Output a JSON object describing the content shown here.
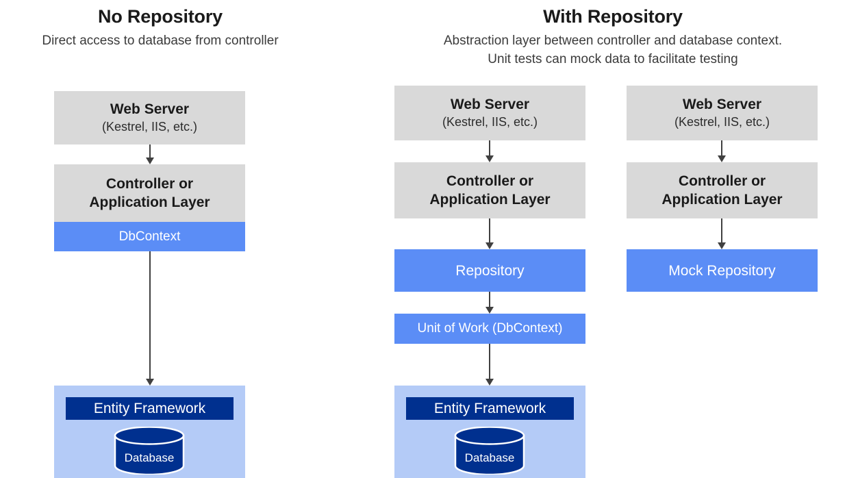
{
  "diagram": {
    "title_left": "No Repository",
    "subtitle_left": "Direct access to database from controller",
    "title_right": "With Repository",
    "subtitle_right_line1": "Abstraction layer between controller and database context.",
    "subtitle_right_line2": "Unit tests can mock data to facilitate testing",
    "colors": {
      "gray_box": "#d9d9d9",
      "blue_box": "#5b8df6",
      "navy_box": "#00308f",
      "light_blue_container": "#b4cbf7",
      "arrow": "#404040",
      "text_dark": "#1a1a1a",
      "text_light": "#ffffff",
      "background": "#ffffff"
    }
  },
  "columns": {
    "no_repository": {
      "web_server": {
        "title": "Web Server",
        "subtitle": "(Kestrel, IIS, etc.)"
      },
      "controller": {
        "line1": "Controller or",
        "line2": "Application Layer"
      },
      "dbcontext": {
        "label": "DbContext"
      },
      "data_layer": {
        "entity_framework": "Entity Framework",
        "database": "Database"
      }
    },
    "with_repository": {
      "web_server": {
        "title": "Web Server",
        "subtitle": "(Kestrel, IIS, etc.)"
      },
      "controller": {
        "line1": "Controller or",
        "line2": "Application Layer"
      },
      "repository": {
        "label": "Repository"
      },
      "unit_of_work": {
        "label": "Unit of Work (DbContext)"
      },
      "data_layer": {
        "entity_framework": "Entity Framework",
        "database": "Database"
      }
    },
    "mock_testing": {
      "web_server": {
        "title": "Web Server",
        "subtitle": "(Kestrel, IIS, etc.)"
      },
      "controller": {
        "line1": "Controller or",
        "line2": "Application Layer"
      },
      "mock_repository": {
        "label": "Mock Repository"
      }
    }
  }
}
